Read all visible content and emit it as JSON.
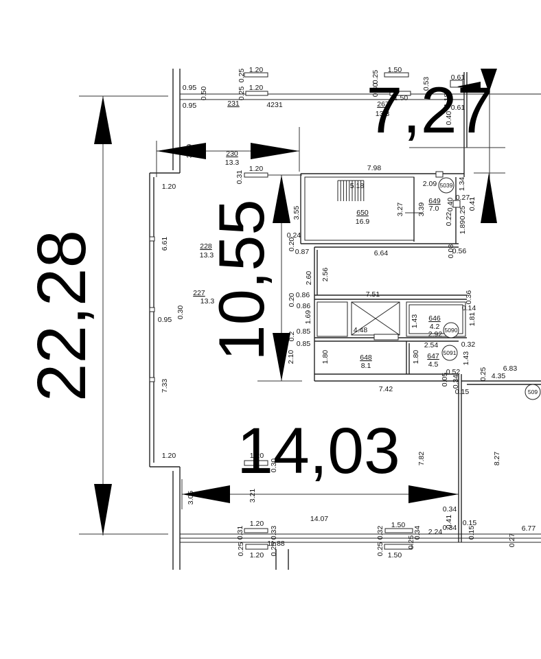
{
  "plan": {
    "overall_dimensions": {
      "left": "22,28",
      "middle": "10,55",
      "bottom": "14,03",
      "top_right": "7,27"
    },
    "rooms": [
      {
        "number": "231"
      },
      {
        "number": "267",
        "area": "13.3"
      },
      {
        "number": "230",
        "area": "13.3"
      },
      {
        "number": "228",
        "area": "13.3"
      },
      {
        "number": "227",
        "area": "13.3"
      },
      {
        "number": "650",
        "area": "16.9"
      },
      {
        "number": "649",
        "area": "7.0"
      },
      {
        "number": "646",
        "area": "4.2"
      },
      {
        "number": "648",
        "area": "8.1"
      },
      {
        "number": "647",
        "area": "4.5"
      }
    ],
    "room_tags": [
      "5039",
      "5090",
      "5091",
      "509"
    ],
    "dimension_labels": [
      "0.25",
      "1.20",
      "0.95",
      "0.50",
      "0.25",
      "1.20",
      "0.95",
      "4231",
      "0.25",
      "1.50",
      "0.61",
      "0.30",
      "1.50",
      "0.53",
      "1.18",
      "0.61",
      "0.40",
      "3.99",
      "1.20",
      "6.61",
      "0.95",
      "0.30",
      "7.33",
      "1.20",
      "3.05",
      "3.21",
      "0.31",
      "1.20",
      "7.98",
      "5.18",
      "3.27",
      "3.39",
      "3.55",
      "0.24",
      "0.20",
      "0.87",
      "2.09",
      "1.34",
      "0.27",
      "0.40",
      "0.41",
      "0.25",
      "0.22",
      "1.89",
      "0.08",
      "0.56",
      "6.64",
      "2.60",
      "2.56",
      "0.86",
      "0.20",
      "7.51",
      "0.36",
      "0.86",
      "0.14",
      "1.69",
      "1.43",
      "1.81",
      "2.92",
      "0.85",
      "0.2",
      "4.48",
      "0.85",
      "2.54",
      "0.32",
      "2.10",
      "1.80",
      "1.80",
      "1.43",
      "0.52",
      "0.05",
      "0.34",
      "0.25",
      "6.83",
      "4.35",
      "7.42",
      "0.15",
      "7.82",
      "8.27",
      "0.34",
      "0.41",
      "0.34",
      "0.15",
      "14.07",
      "0.31",
      "1.20",
      "0.33",
      "0.32",
      "1.50",
      "0.34",
      "2.24",
      "0.15",
      "6.77",
      "11.88",
      "0.27",
      "0.25",
      "0.25",
      "1.50",
      "0.25",
      "1.20",
      "0.25",
      "1.20",
      "0.30"
    ]
  }
}
